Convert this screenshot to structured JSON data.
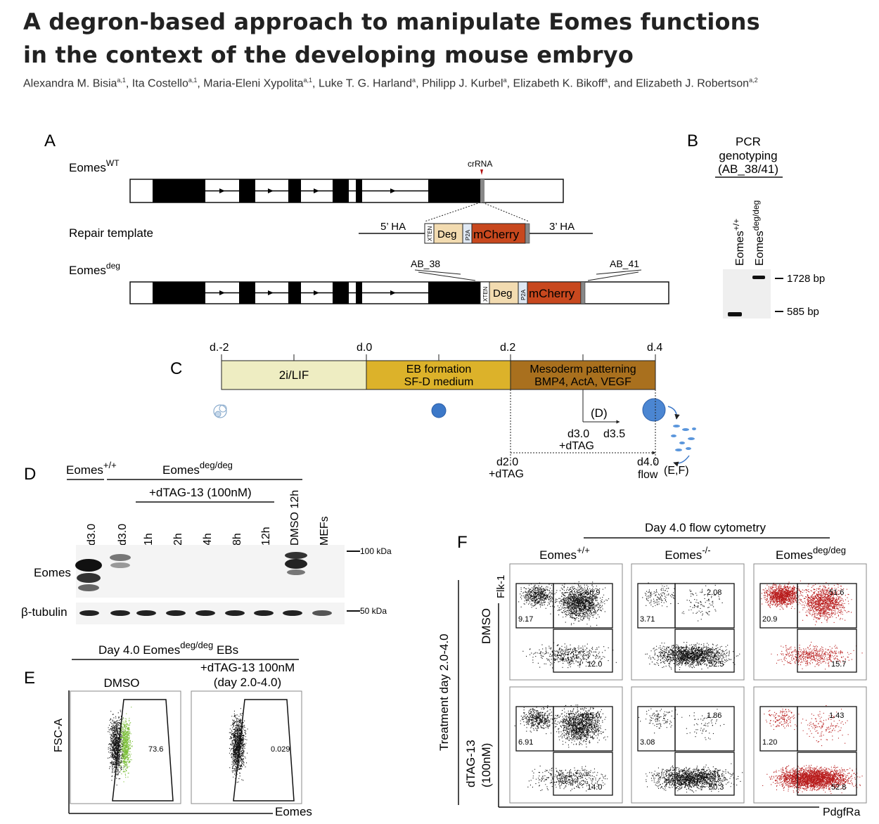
{
  "paper": {
    "title_line1": "A degron-based approach to manipulate Eomes functions",
    "title_line2": "in the context of the developing mouse embryo",
    "authors": [
      {
        "name": "Alexandra M. Bisia",
        "aff": "a,1",
        "sep": ", "
      },
      {
        "name": "Ita Costello",
        "aff": "a,1",
        "sep": ", "
      },
      {
        "name": "Maria-Eleni Xypolita",
        "aff": "a,1",
        "sep": ", "
      },
      {
        "name": "Luke T. G. Harland",
        "aff": "a",
        "sep": ", "
      },
      {
        "name": "Philipp J. Kurbel",
        "aff": "a",
        "sep": ", "
      },
      {
        "name": "Elizabeth K. Bikoff",
        "aff": "a",
        "sep": ", and "
      },
      {
        "name": "Elizabeth J. Robertson",
        "aff": "a,2",
        "sep": ""
      }
    ]
  },
  "panelA": {
    "letter": "A",
    "wt_label": "Eomes",
    "wt_sup": "WT",
    "crrna": "crRNA",
    "repair_label": "Repair template",
    "ha5": "5’ HA",
    "ha3": "3’ HA",
    "xten": "XTEN",
    "deg": "Deg",
    "p2a": "P2A",
    "mcherry": "mCherry",
    "deg_label": "Eomes",
    "deg_sup": "deg",
    "ab38": "AB_38",
    "ab41": "AB_41"
  },
  "panelB": {
    "letter": "B",
    "head1": "PCR",
    "head2": "genotyping",
    "head3": "(AB_38/41)",
    "lane1": "Eomes",
    "lane1_sup": "+/+",
    "lane2": "Eomes",
    "lane2_sup": "deg/deg",
    "band_high": "1728 bp",
    "band_low": "585 bp"
  },
  "panelC": {
    "letter": "C",
    "days": [
      "d.-2",
      "d.0",
      "d.2",
      "d.4"
    ],
    "seg1": "2i/LIF",
    "seg2a": "EB formation",
    "seg2b": "SF-D medium",
    "seg3a": "Mesoderm patterning",
    "seg3b": "BMP4, ActA, VEGF",
    "d_label": "(D)",
    "d30": "d3.0",
    "d35": "d3.5",
    "dtag1": "+dTAG",
    "d20": "d2.0",
    "dtag2": "+dTAG",
    "d40": "d4.0",
    "flow": "flow",
    "ef": "(E,F)",
    "colors": {
      "seg1": "#eeedc2",
      "seg2": "#dcb22a",
      "seg3": "#a9701e"
    }
  },
  "panelD": {
    "letter": "D",
    "wt": "Eomes",
    "wt_sup": "+/+",
    "deg": "Eomes",
    "deg_sup": "deg/deg",
    "treatment": "+dTAG-13 (100nM)",
    "lanes": [
      "d3.0",
      "d3.0",
      "1h",
      "2h",
      "4h",
      "8h",
      "12h",
      "DMSO 12h",
      "MEFs"
    ],
    "row1": "Eomes",
    "row2": "β-tubulin",
    "marker1": "100 kDa",
    "marker2": "50 kDa"
  },
  "panelE": {
    "letter": "E",
    "head": "Day 4.0 Eomes",
    "head_sup": "deg/deg",
    "head_tail": " EBs",
    "col1": "DMSO",
    "col2a": "+dTAG-13 100nM",
    "col2b": "(day 2.0-4.0)",
    "yaxis": "FSC-A",
    "xaxis": "Eomes",
    "values": [
      "73.6",
      "0.029"
    ]
  },
  "panelF": {
    "letter": "F",
    "head": "Day 4.0 flow cytometry",
    "cols": [
      {
        "name": "Eomes",
        "sup": "+/+"
      },
      {
        "name": "Eomes",
        "sup": "-/-"
      },
      {
        "name": "Eomes",
        "sup": "deg/deg"
      }
    ],
    "treatment": "Treatment day 2.0-4.0",
    "row1": "DMSO",
    "row2a": "dTAG-13",
    "row2b": "(100nM)",
    "yaxis": "Flk-1",
    "xaxis": "PdgfRa",
    "gates": [
      [
        [
          "9.17",
          "66.9",
          "12.0"
        ],
        [
          "3.71",
          "2.08",
          "52.5"
        ],
        [
          "20.9",
          "51.6",
          "15.7"
        ]
      ],
      [
        [
          "6.91",
          "65.0",
          "14.0"
        ],
        [
          "3.08",
          "1.86",
          "50.3"
        ],
        [
          "1.20",
          "1.43",
          "52.8"
        ]
      ]
    ]
  }
}
